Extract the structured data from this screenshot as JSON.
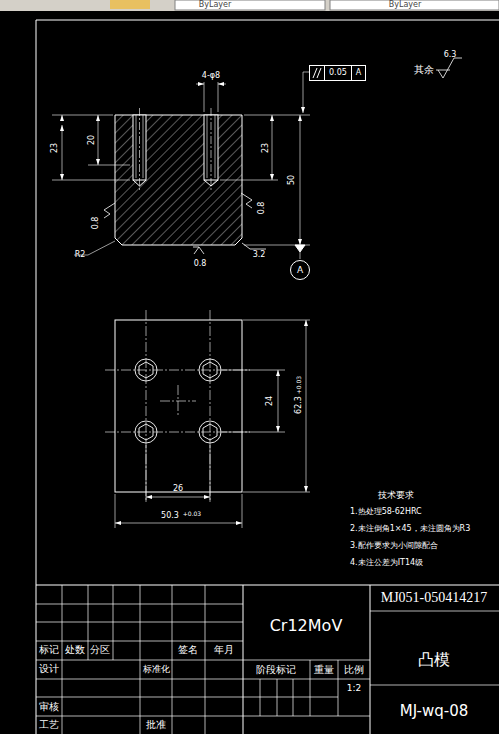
{
  "diagram": {
    "nodes": [
      {
        "text": [
          "0.05",
          "A"
        ]
      },
      {
        "text": [
          "A"
        ]
      }
    ],
    "labels": [
      "ByLayer",
      "ByLayer",
      "4-φ8",
      "其余",
      "6.3",
      "23",
      "20",
      "23",
      "50",
      "0.8",
      "0.8",
      "R2",
      "0.8",
      "3.2",
      "24",
      "62.3",
      "+0.03",
      "26",
      "50.3",
      "+0.03",
      "技术要求",
      "1.热处理58-62HRC",
      "2.未注倒角1×45，未注圆角为R3",
      "3.配作要求为小间隙配合",
      "4.未注公差为IT14级",
      "标记",
      "处数",
      "分区",
      "签名",
      "年月",
      "设计",
      "标准化",
      "审核",
      "工艺",
      "批准",
      "Cr12MoV",
      "阶段标记",
      "重量",
      "比例",
      "1:2",
      "MJ051-050414217",
      "凸模",
      "MJ-wq-08"
    ]
  }
}
